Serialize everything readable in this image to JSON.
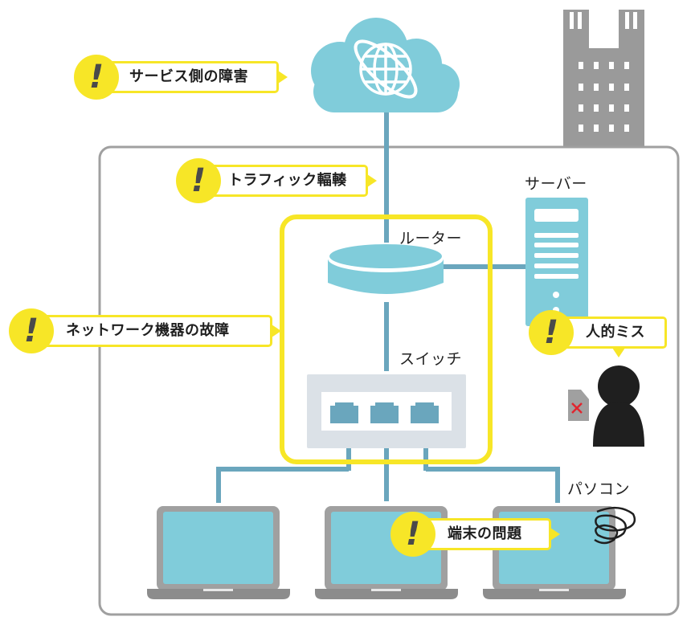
{
  "diagram": {
    "title_context": "Network trouble causes",
    "colors": {
      "accent_yellow": "#f7e627",
      "device_blue": "#80ccda",
      "line_blue": "#6aa6bd",
      "frame_gray": "#a0a0a0",
      "building_gray": "#9a9a9a",
      "person_black": "#1f1f1f",
      "error_red": "#e0262f"
    },
    "nodes": {
      "cloud": {
        "icon": "globe-icon"
      },
      "building": {
        "icon": "building-icon"
      },
      "router": {
        "label": "ルーター"
      },
      "switch": {
        "label": "スイッチ",
        "ports": 3
      },
      "server": {
        "label": "サーバー"
      },
      "pcs": {
        "label": "パソコン",
        "count": 3
      },
      "person": {
        "icon": "person-icon"
      },
      "document": {
        "icon": "error-document-icon",
        "mark": "×"
      }
    },
    "callouts": [
      {
        "id": "service",
        "text": "サービス側の障害",
        "mark": "!"
      },
      {
        "id": "traffic",
        "text": "トラフィック輻輳",
        "mark": "!"
      },
      {
        "id": "network",
        "text": "ネットワーク機器の故障",
        "mark": "!"
      },
      {
        "id": "human",
        "text": "人的ミス",
        "mark": "!"
      },
      {
        "id": "terminal",
        "text": "端末の問題",
        "mark": "!"
      }
    ]
  }
}
